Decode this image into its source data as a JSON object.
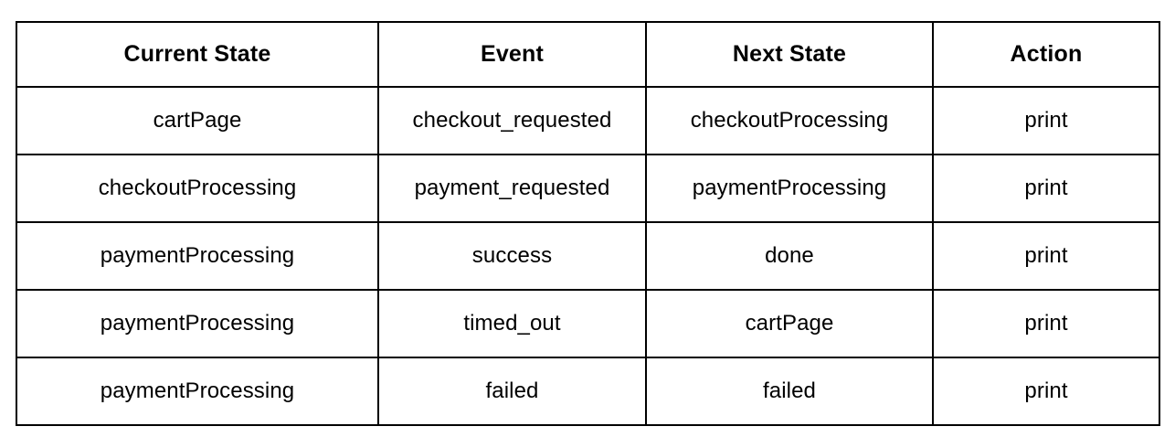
{
  "table": {
    "caption": "",
    "columns": [
      {
        "key": "current_state",
        "label": "Current State"
      },
      {
        "key": "event",
        "label": "Event"
      },
      {
        "key": "next_state",
        "label": "Next State"
      },
      {
        "key": "action",
        "label": "Action"
      }
    ],
    "rows": [
      {
        "current_state": "cartPage",
        "event": "checkout_requested",
        "next_state": "checkoutProcessing",
        "action": "print"
      },
      {
        "current_state": "checkoutProcessing",
        "event": "payment_requested",
        "next_state": "paymentProcessing",
        "action": "print"
      },
      {
        "current_state": "paymentProcessing",
        "event": "success",
        "next_state": "done",
        "action": "print"
      },
      {
        "current_state": "paymentProcessing",
        "event": "timed_out",
        "next_state": "cartPage",
        "action": "print"
      },
      {
        "current_state": "paymentProcessing",
        "event": "failed",
        "next_state": "failed",
        "action": "print"
      }
    ]
  },
  "colors": {
    "background": "#ffffff",
    "border": "#000000",
    "text": "#000000"
  }
}
